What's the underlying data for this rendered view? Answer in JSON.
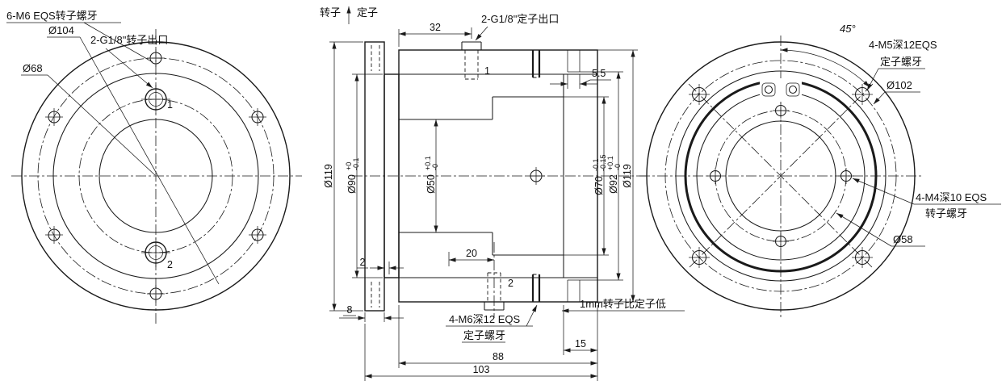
{
  "colors": {
    "line": "#1a1a1a",
    "background": "#ffffff"
  },
  "left": {
    "m6_label": "6-M6 EQS转子螺牙",
    "d104": "Ø104",
    "d68": "Ø68",
    "port_label": "2-G1/8\"转子出口",
    "port1": "1",
    "port2": "2"
  },
  "middle": {
    "rotor": "转子",
    "stator": "定子",
    "d32": "32",
    "stator_port_label": "2-G1/8\"定子出口",
    "d55": "5.5",
    "d119L": "Ø119",
    "d90": "Ø90",
    "d90u": "+0",
    "d90d": "-0.1",
    "d50": "Ø50",
    "d50u": "+0.1",
    "d50d": "-0",
    "d70": "Ø70",
    "d70u": "-0.1",
    "d70d": "-0.15",
    "d92": "Ø92",
    "d92u": "+0.1",
    "d92d": "-0",
    "d119R": "Ø119",
    "d20": "20",
    "d2": "2",
    "d8": "8",
    "d15": "15",
    "d88": "88",
    "d103": "103",
    "m6_label1": "4-M6深12 EQS",
    "m6_label2": "定子螺牙",
    "note": "1mm转子比定子低",
    "port1": "1",
    "port2": "2"
  },
  "right": {
    "angle45": "45°",
    "m5_label1": "4-M5深12EQS",
    "m5_label2": "定子螺牙",
    "d102": "Ø102",
    "m4_label1": "4-M4深10 EQS",
    "m4_label2": "转子螺牙",
    "d58": "Ø58"
  }
}
